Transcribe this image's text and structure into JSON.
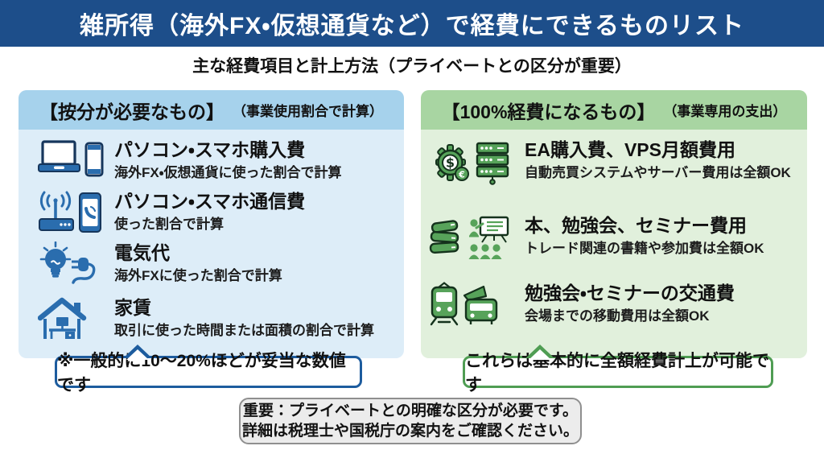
{
  "banner": {
    "title": "雑所得（海外FX・仮想通貨など）で経費にできるものリスト"
  },
  "subtitle": "主な経費項目と計上方法（プライベートとの区分が重要）",
  "left_card": {
    "header": "【按分が必要なもの】",
    "header_note": "（事業使用割合で計算）",
    "items": [
      {
        "icon": "laptop-smartphone-icon",
        "title": "パソコン・スマホ購入費",
        "desc": "海外FX・仮想通貨に使った割合で計算"
      },
      {
        "icon": "wifi-router-phone-icon",
        "title": "パソコン・スマホ通信費",
        "desc": "使った割合で計算"
      },
      {
        "icon": "lightbulb-plug-icon",
        "title": "電気代",
        "desc": "海外FXに使った割合で計算"
      },
      {
        "icon": "house-desk-icon",
        "title": "家賃",
        "desc": "取引に使った時間または面積の割合で計算"
      }
    ],
    "callout": "※一般的に10〜20%ほどが妥当な数値です"
  },
  "right_card": {
    "header": "【100%経費になるもの】",
    "header_note": "（事業専用の支出）",
    "items": [
      {
        "icon": "gear-server-icon",
        "title": "EA購入費、VPS月額費用",
        "desc": "自動売買システムやサーバー費用は全額OK"
      },
      {
        "icon": "books-seminar-icon",
        "title": "本、勉強会、セミナー費用",
        "desc": "トレード関連の書籍や参加費は全額OK"
      },
      {
        "icon": "train-bus-icon",
        "title": "勉強会・セミナーの交通費",
        "desc": "会場までの移動費用は全額OK"
      }
    ],
    "callout": "これらは基本的に全額経費計上が可能です"
  },
  "footer": {
    "line1": "重要：プライベートとの明確な区分が必要です。",
    "line2": "詳細は税理士や国税庁の案内をご確認ください。"
  },
  "colors": {
    "banner_bg": "#1d4e8a",
    "left_header_bg": "#a6d2ec",
    "left_body_bg": "#ddedf8",
    "right_header_bg": "#a8d5a2",
    "right_body_bg": "#e1f0dc",
    "icon_blue": "#2a6dae",
    "icon_blue_outline": "#16365c",
    "icon_green": "#57a35a",
    "icon_green_outline": "#14321c",
    "callout_left_border": "#1d5c9e",
    "callout_right_border": "#4f9d53",
    "footer_bg": "#ececec",
    "footer_border": "#8f8f8f"
  }
}
